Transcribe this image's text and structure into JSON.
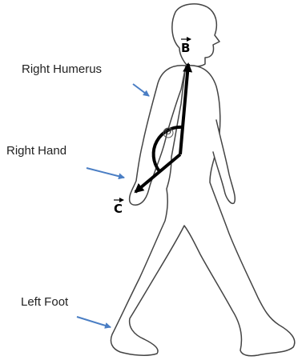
{
  "labels": {
    "right_humerus": "Right Humerus",
    "right_hand": "Right Hand",
    "left_foot": "Left Foot"
  },
  "vectors": {
    "b": "B",
    "c": "C",
    "angle": "Θ"
  },
  "colors": {
    "pointer_arrow": "#4a7ec4",
    "vector": "#000000",
    "outline": "#444444"
  }
}
